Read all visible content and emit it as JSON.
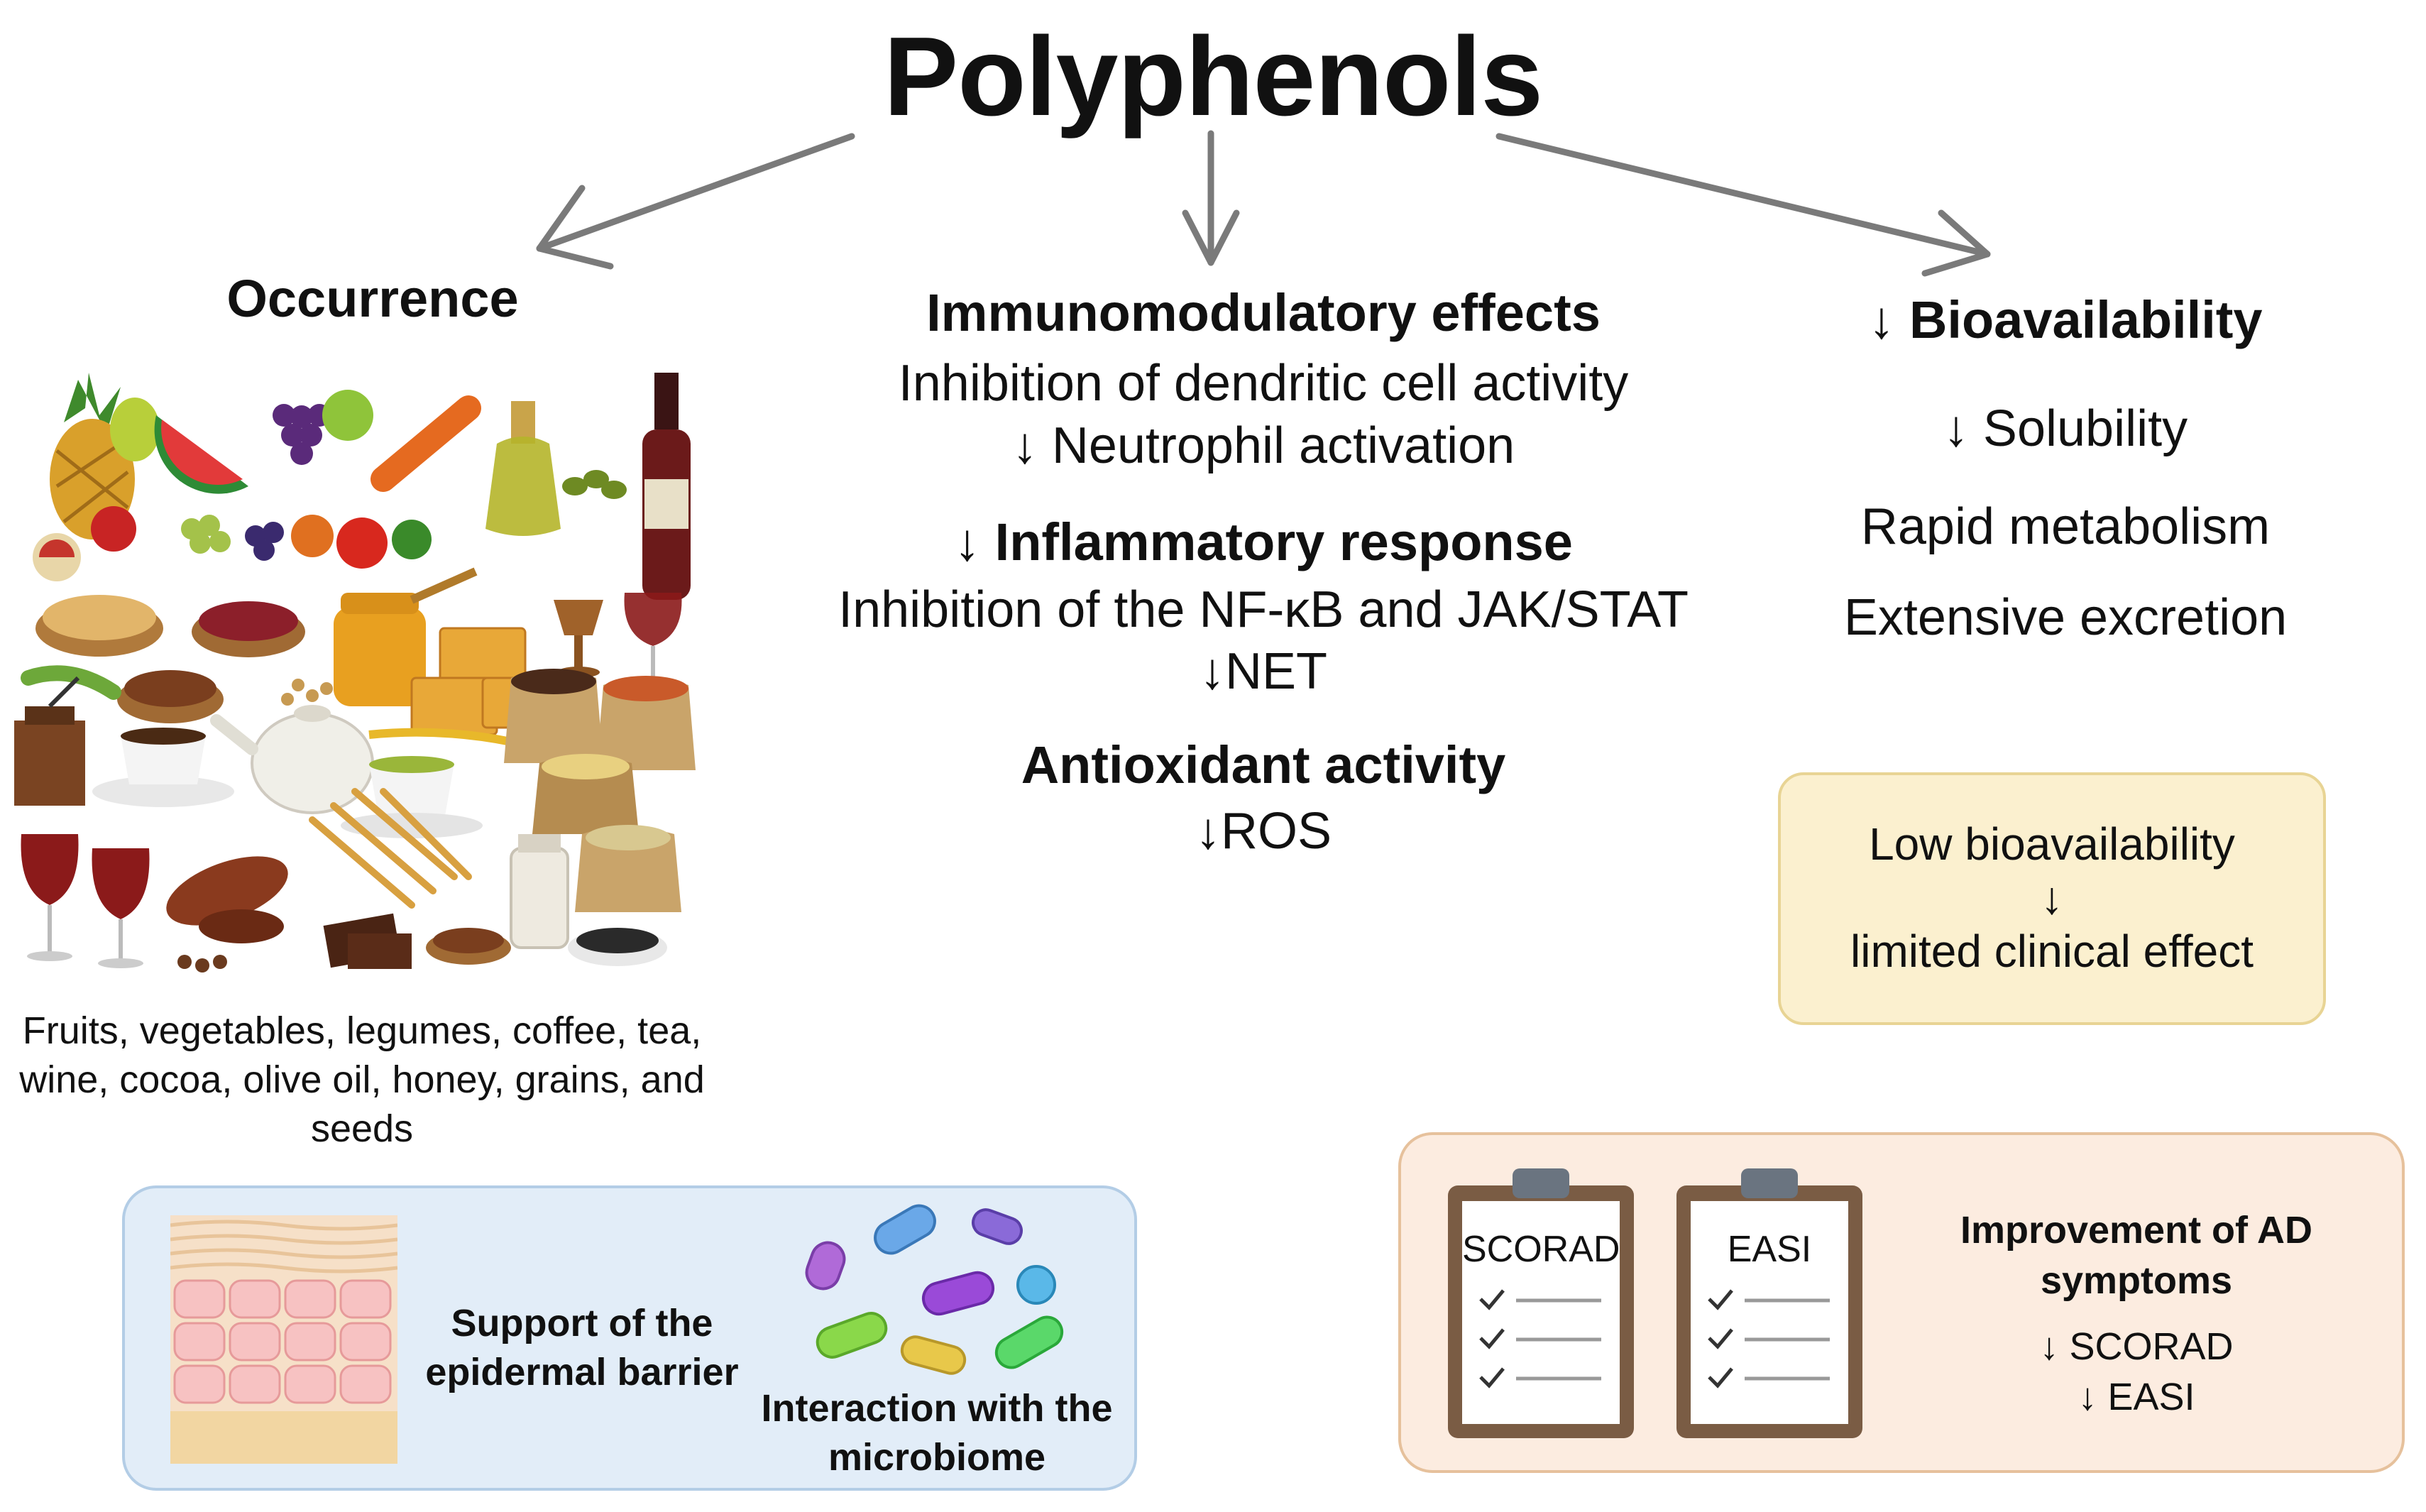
{
  "title": "Polyphenols",
  "occurrence": {
    "title": "Occurrence",
    "description": "Fruits, vegetables, legumes, coffee, tea, wine, cocoa, olive oil, honey, grains, and seeds"
  },
  "immunomodulatory": {
    "title": "Immunomodulatory effects",
    "line1": "Inhibition of dendritic cell activity",
    "line2": "↓ Neutrophil activation",
    "inflammatory_title": "↓ Inflammatory response",
    "inflammatory_line1": "Inhibition of the NF-κB and JAK/STAT",
    "inflammatory_line2": "↓NET",
    "antioxidant_title": "Antioxidant activity",
    "antioxidant_line": "↓ROS"
  },
  "bioavailability": {
    "title": "↓ Bioavailability",
    "items": [
      "↓ Solubility",
      "Rapid metabolism",
      "Extensive excretion"
    ],
    "box_line1": "Low bioavailability",
    "box_arrow": "↓",
    "box_line2": "limited clinical effect"
  },
  "barrier": {
    "label": "Support of the epidermal barrier",
    "microbiome_label": "Interaction with the microbiome"
  },
  "ad": {
    "scorad_label": "SCORAD",
    "easi_label": "EASI",
    "title": "Improvement of AD symptoms",
    "score1": "↓ SCORAD",
    "score2": "↓ EASI"
  },
  "colors": {
    "arrow": "#7a7a7a",
    "yellow_box": "#fbf0cf",
    "blue_box": "#e2edf8",
    "peach_box": "#fcece0"
  }
}
